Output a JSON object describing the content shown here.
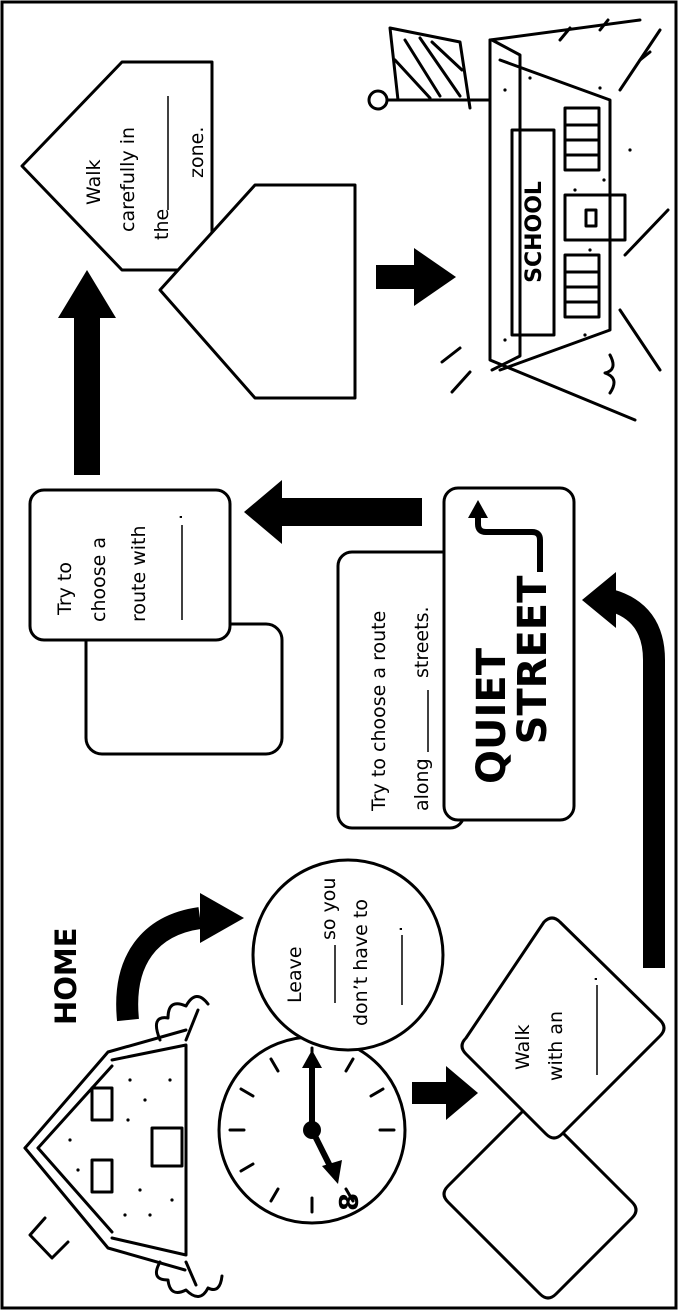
{
  "labels": {
    "home": "HOME",
    "school": "SCHOOL",
    "quiet_street_line1": "QUIET",
    "quiet_street_line2": "STREET",
    "clock_number": "8"
  },
  "cards": {
    "leave": {
      "line1": "Leave",
      "line2": "so you",
      "line3": "don’t have to",
      "blank_suffix": "."
    },
    "walk_adult": {
      "line1": "Walk",
      "line2": "with an",
      "blank_suffix": "."
    },
    "quiet_route": {
      "line1": "Try to choose a route",
      "line2_prefix": "along",
      "line2_suffix": "streets."
    },
    "crossing_route": {
      "line1": "Try to",
      "line2": "choose a",
      "line3": "route with",
      "blank_suffix": "."
    },
    "school_zone": {
      "line1": "Walk",
      "line2": "carefully in",
      "line3_prefix": "the",
      "line4": "zone."
    }
  }
}
